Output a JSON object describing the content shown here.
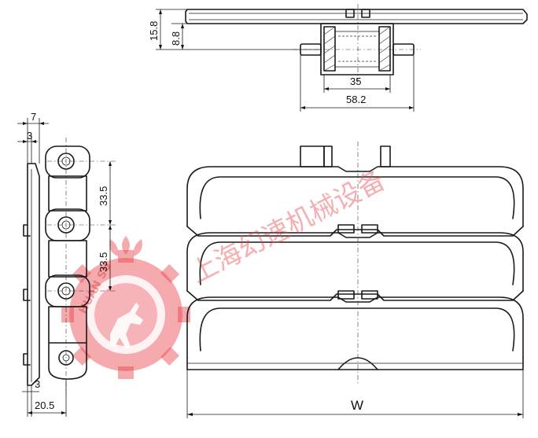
{
  "dimensions": {
    "top_height_outer": "15.8",
    "top_height_inner": "8.8",
    "inner_width": "35",
    "outer_width": "58.2",
    "side_offset_top": "7",
    "side_offset_small": "3",
    "pitch_1": "33.5",
    "pitch_2": "33.5",
    "side_offset_bottom": "3",
    "side_base_width": "20.5",
    "overall_width": "W"
  },
  "watermark": {
    "text": "上海幻速机械设备",
    "logo_text": "HUAN SU"
  },
  "colors": {
    "line": "#1a1a1a",
    "watermark": "#e8434a"
  }
}
